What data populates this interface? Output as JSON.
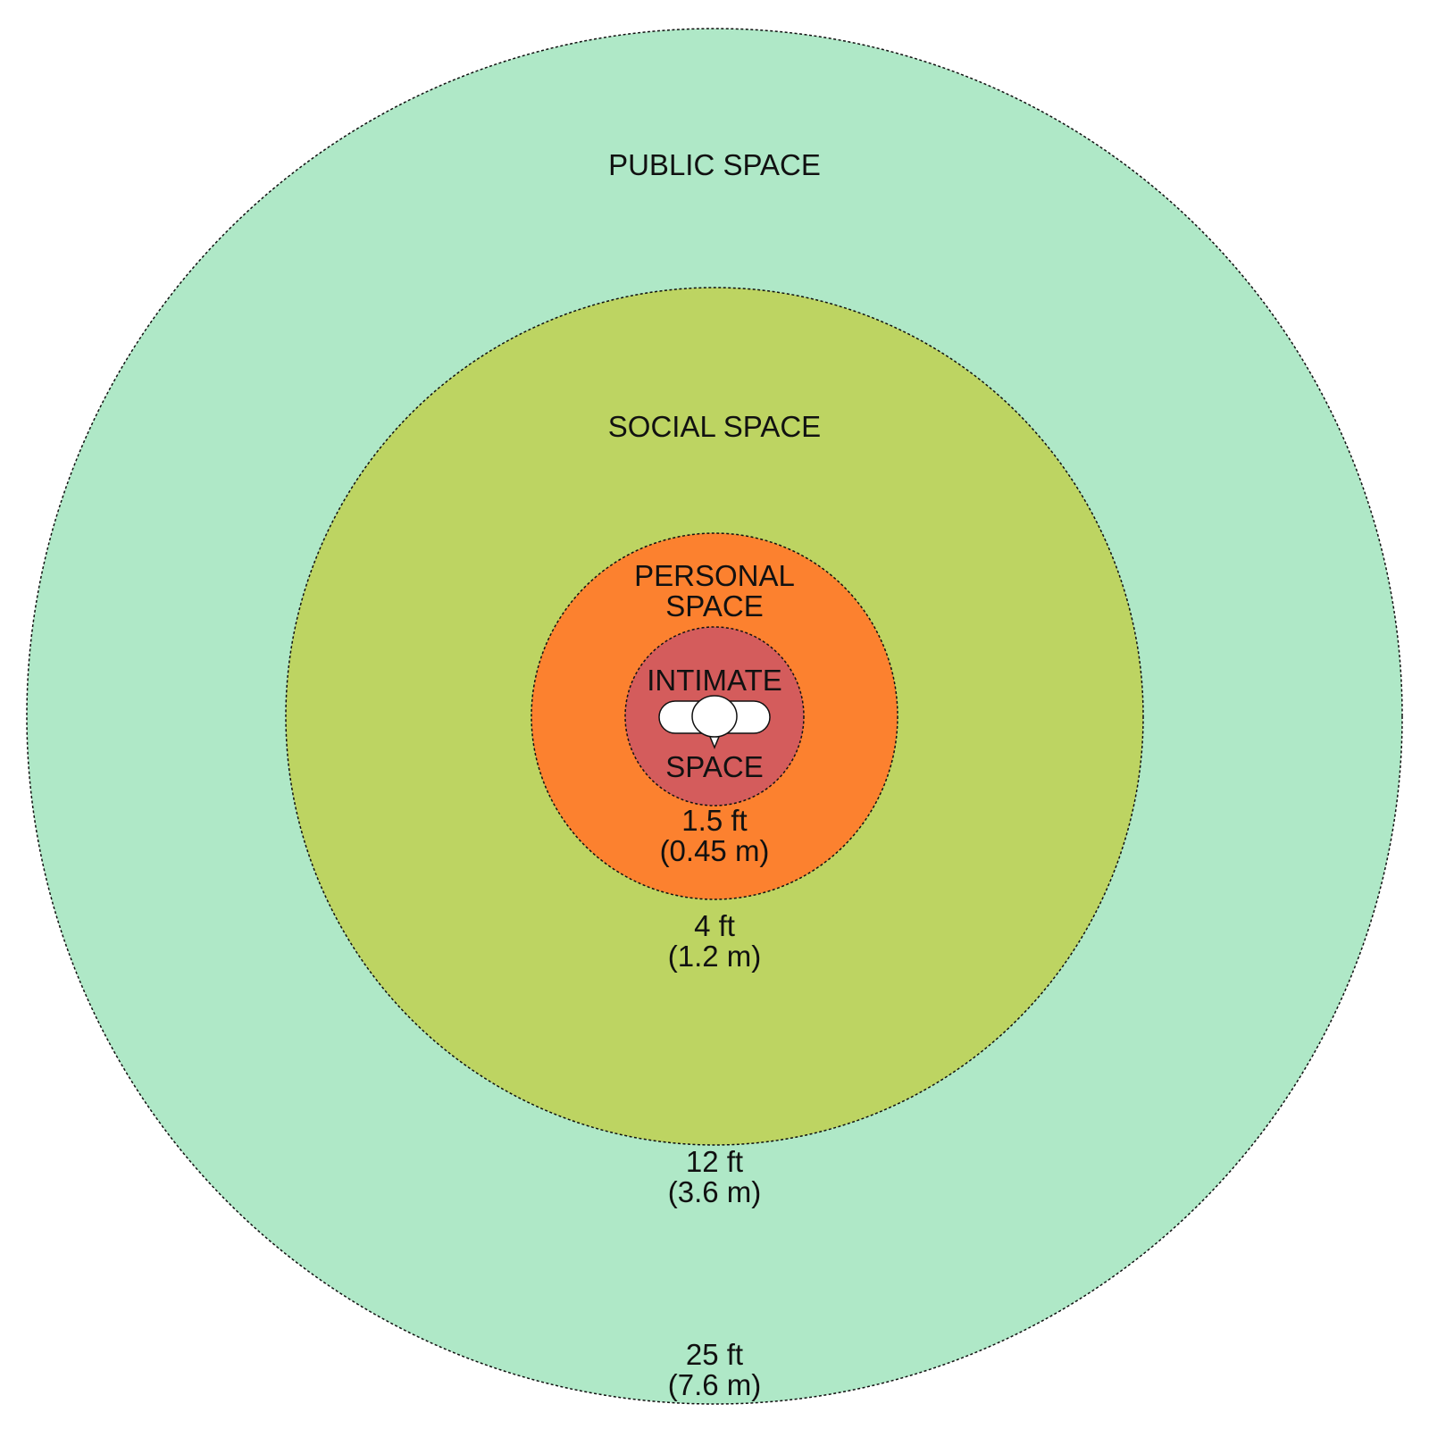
{
  "zones": {
    "public": {
      "label": "PUBLIC SPACE",
      "distance_ft": "25 ft",
      "distance_m": "(7.6 m)",
      "color": "#afe8c7"
    },
    "social": {
      "label": "SOCIAL SPACE",
      "distance_ft": "12 ft",
      "distance_m": "(3.6 m)",
      "color": "#bdd462"
    },
    "personal": {
      "label_line1": "PERSONAL",
      "label_line2": "SPACE",
      "distance_ft": "4 ft",
      "distance_m": "(1.2 m)",
      "color": "#fc812f"
    },
    "intimate": {
      "label_line1": "INTIMATE",
      "label_line2": "SPACE",
      "distance_ft": "1.5 ft",
      "distance_m": "(0.45 m)",
      "color": "#d45c5c"
    }
  },
  "center_figure": {
    "icon": "person-top-view-icon"
  }
}
